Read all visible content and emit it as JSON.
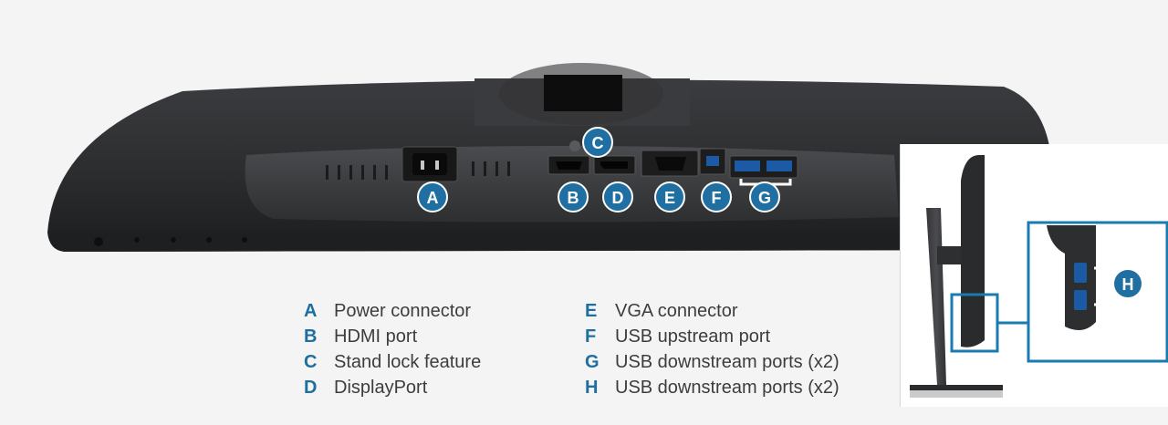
{
  "callouts": {
    "a": "A",
    "b": "B",
    "c": "C",
    "d": "D",
    "e": "E",
    "f": "F",
    "g": "G",
    "h": "H"
  },
  "legend": {
    "left": [
      {
        "letter": "A",
        "text": "Power connector"
      },
      {
        "letter": "B",
        "text": "HDMI port"
      },
      {
        "letter": "C",
        "text": "Stand lock feature"
      },
      {
        "letter": "D",
        "text": "DisplayPort"
      }
    ],
    "right": [
      {
        "letter": "E",
        "text": "VGA connector"
      },
      {
        "letter": "F",
        "text": "USB upstream port"
      },
      {
        "letter": "G",
        "text": "USB downstream ports (x2)"
      },
      {
        "letter": "H",
        "text": "USB downstream ports (x2)"
      }
    ]
  },
  "colors": {
    "callout": "#1f6fa2",
    "bracket": "#1a7bb0",
    "monitor_body": "#2b2c2e",
    "legend_letter": "#1e6fa0",
    "legend_text": "#3d3d3d"
  }
}
